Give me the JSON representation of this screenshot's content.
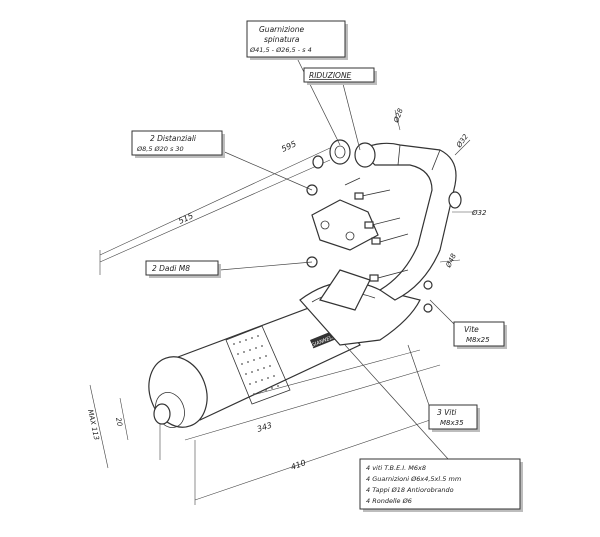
{
  "labels": {
    "gasket_line1": "Guarnizione",
    "gasket_line2": "spinatura",
    "gasket_line3": "Ø41,5 - Ø26,5 - s 4",
    "reduction": "RIDUZIONE",
    "spacers_line1": "2 Distanziali",
    "spacers_line2": "Ø8,5  Ø20  s 30",
    "nuts": "2 Dadi M8",
    "screw_line1": "Vite",
    "screw_line2": "M8x25",
    "three_screws_line1": "3 Viti",
    "three_screws_line2": "M8x35",
    "parts_list": [
      "4 viti T.B.E.I. M6x8",
      "4 Guarnizioni Ø6x4,5xl.5 mm",
      "4 Tappi Ø18 Antiorobrando",
      "4 Rondelle Ø6"
    ],
    "brand": "GIANNELLI"
  },
  "dimensions": {
    "d595": "595",
    "d515": "515",
    "d343": "343",
    "d410": "410",
    "max113": "MAX 113",
    "d28a": "Ø28",
    "d32a": "Ø32",
    "d32b": "Ø32",
    "d48": "Ø48",
    "d20": "20"
  }
}
